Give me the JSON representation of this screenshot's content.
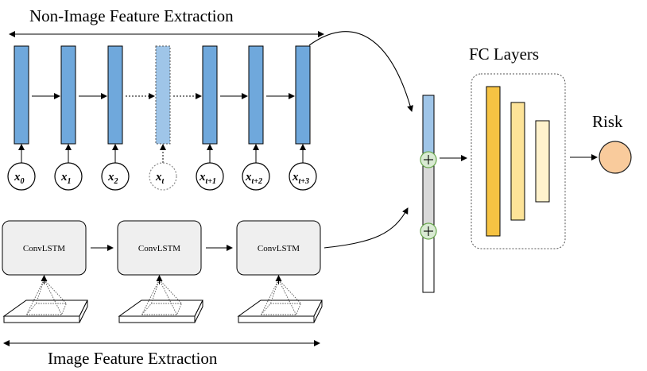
{
  "titles": {
    "non_image": "Non-Image Feature Extraction",
    "image": "Image Feature Extraction",
    "fc_layers": "FC Layers",
    "risk": "Risk"
  },
  "inputs": [
    {
      "base": "x",
      "sub": "0",
      "dashed": false
    },
    {
      "base": "x",
      "sub": "1",
      "dashed": false
    },
    {
      "base": "x",
      "sub": "2",
      "dashed": false
    },
    {
      "base": "x",
      "sub": "t",
      "dashed": true
    },
    {
      "base": "x",
      "sub": "t+1",
      "dashed": false
    },
    {
      "base": "x",
      "sub": "t+2",
      "dashed": false
    },
    {
      "base": "x",
      "sub": "t+3",
      "dashed": false
    }
  ],
  "convlstm": [
    "ConvLSTM",
    "ConvLSTM",
    "ConvLSTM"
  ],
  "colors": {
    "lstm_bar": "#6fa8dc",
    "lstm_bar_dashed": "#9fc5e8",
    "convlstm_fill": "#efefef",
    "concat_top": "#9fc5e8",
    "concat_mid": "#d9d9d9",
    "plus_fill": "#d9ead3",
    "plus_stroke": "#6aa84f",
    "fc1": "#f6c343",
    "fc2": "#fde398",
    "fc3": "#fff2cc",
    "risk": "#f9cb9c",
    "risk_stroke": "#222222"
  }
}
